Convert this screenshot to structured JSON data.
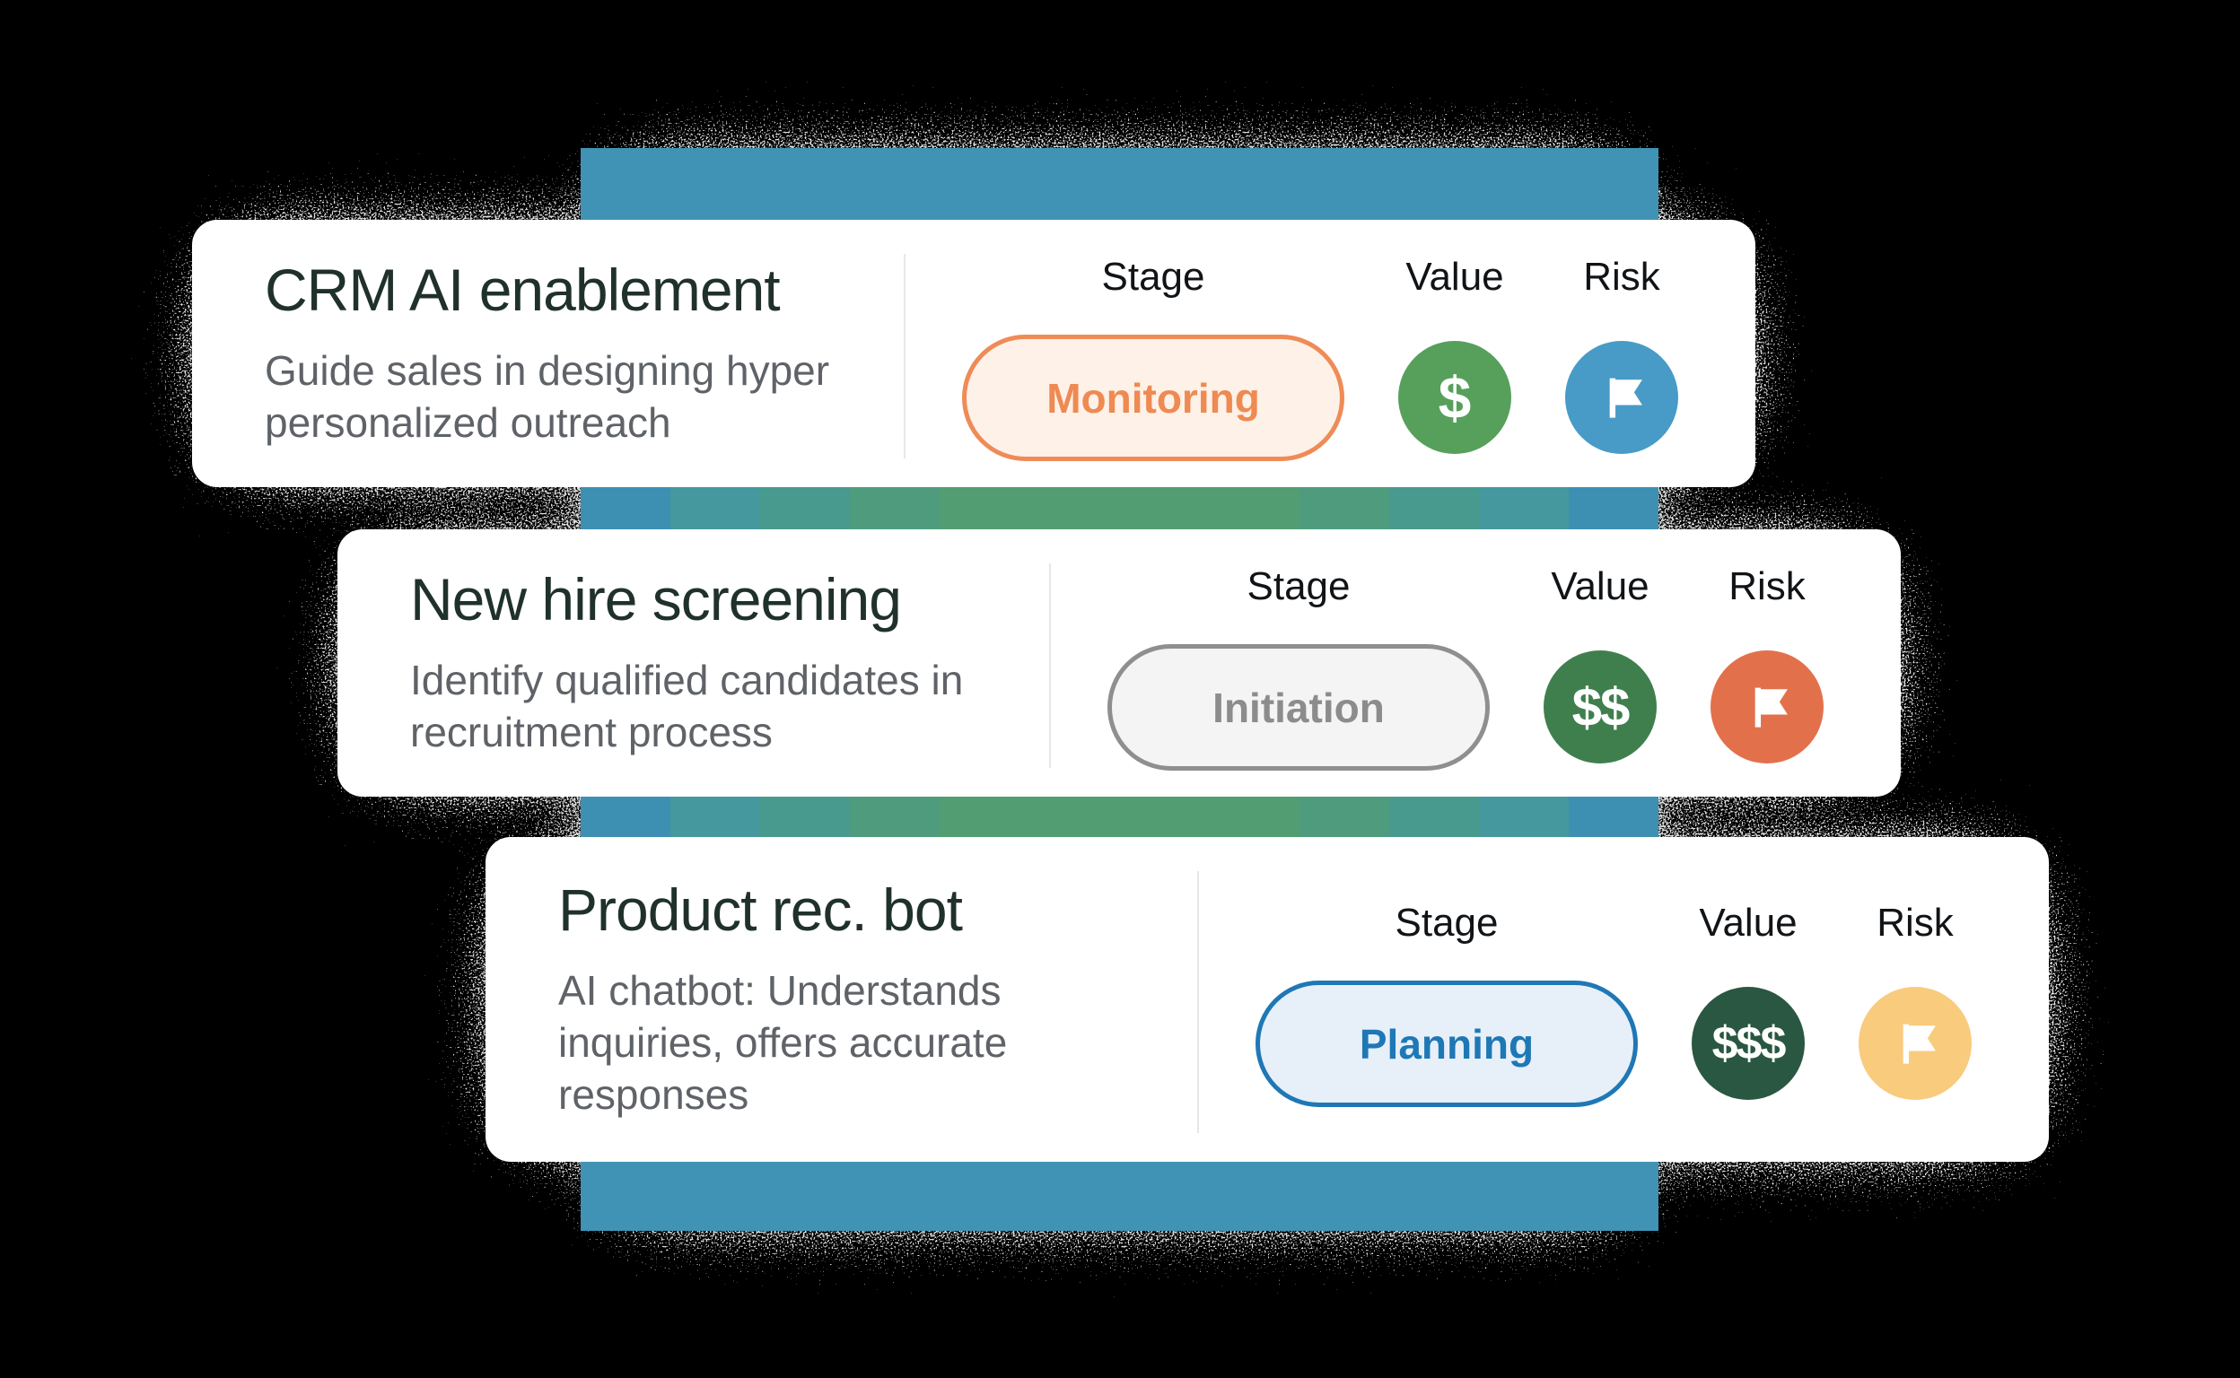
{
  "background_color": "#000000",
  "band": {
    "color": "#4093b5",
    "stripes": [
      "#3d90b2",
      "#44989e",
      "#489a8e",
      "#4e9c7d",
      "#529d72",
      "#529d72",
      "#529d72",
      "#529d72",
      "#4e9c7d",
      "#489a8e",
      "#44989e",
      "#3d90b2"
    ]
  },
  "cards": [
    {
      "title": "CRM AI enablement",
      "description": "Guide sales in designing hyper personalized outreach",
      "labels": {
        "stage": "Stage",
        "value": "Value",
        "risk": "Risk"
      },
      "stage": {
        "text": "Monitoring",
        "color": "#ee8a52",
        "bg": "#fdf1e8",
        "border": "#ef8b57"
      },
      "value": {
        "amount": "$",
        "color": "#57a05c"
      },
      "risk": {
        "icon": "flag-icon",
        "color": "#489bc6"
      }
    },
    {
      "title": "New hire screening",
      "description": "Identify qualified candidates in recruitment process",
      "labels": {
        "stage": "Stage",
        "value": "Value",
        "risk": "Risk"
      },
      "stage": {
        "text": "Initiation",
        "color": "#8c8c8c",
        "bg": "#f4f4f4",
        "border": "#8f8f8f"
      },
      "value": {
        "amount": "$$",
        "color": "#3f7f4e"
      },
      "risk": {
        "icon": "flag-icon",
        "color": "#e2714b"
      }
    },
    {
      "title": "Product rec. bot",
      "description": "AI chatbot: Understands inquiries, offers accurate responses",
      "labels": {
        "stage": "Stage",
        "value": "Value",
        "risk": "Risk"
      },
      "stage": {
        "text": "Planning",
        "color": "#1e78b5",
        "bg": "#e7eff8",
        "border": "#1f78b5"
      },
      "value": {
        "amount": "$$$",
        "color": "#2a5741"
      },
      "risk": {
        "icon": "flag-icon",
        "color": "#f9cb7d"
      }
    }
  ]
}
